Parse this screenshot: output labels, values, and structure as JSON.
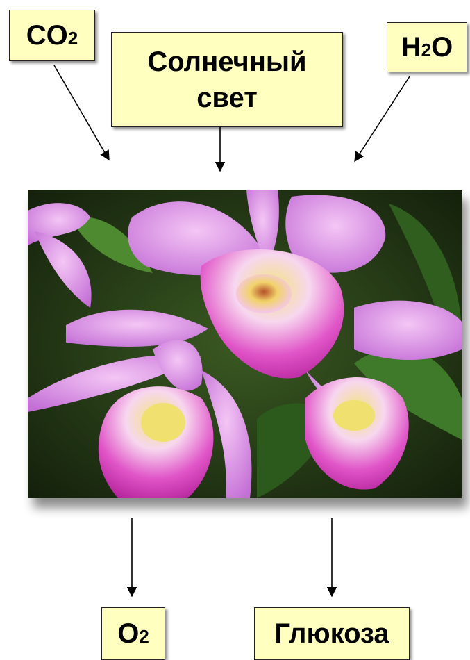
{
  "inputs": {
    "co2": {
      "main": "CO",
      "sub": "2"
    },
    "sunlight": {
      "line1": "Солнечный",
      "line2": "свет"
    },
    "water": {
      "main": "H",
      "sub": "2",
      "tail": "O"
    }
  },
  "outputs": {
    "oxygen": {
      "main": "O",
      "sub": "2"
    },
    "glucose": "Глюкоза"
  },
  "image": {
    "subject": "orchid-flower",
    "colors": {
      "petal": "#d77ee0",
      "lip": "#d63fbf",
      "throat": "#f0e070",
      "leaf": "#2f5a1e",
      "background": "#1c2a12"
    }
  },
  "colors": {
    "box_fill": "#ffffc0",
    "arrow": "#000000"
  }
}
